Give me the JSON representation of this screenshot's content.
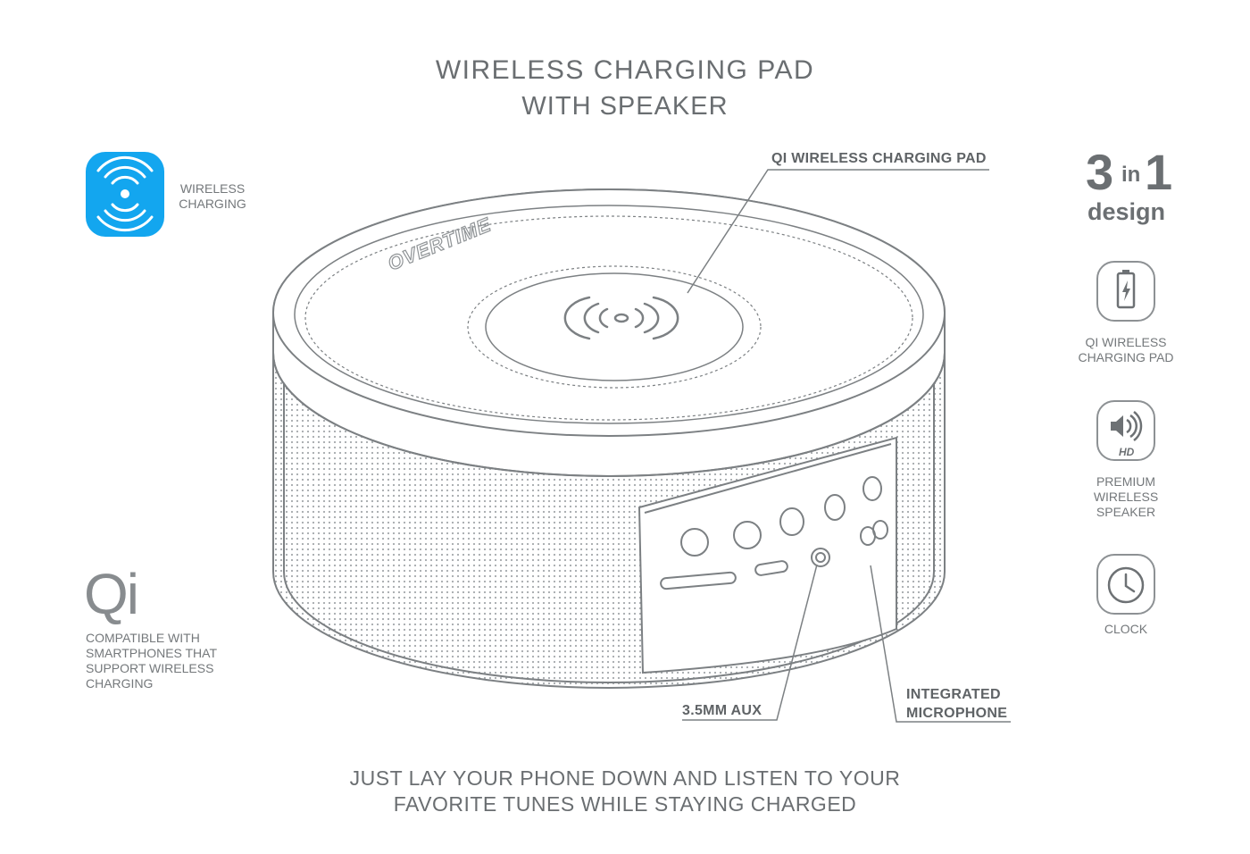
{
  "header": {
    "title_line1": "WIRELESS CHARGING PAD",
    "title_line2": "WITH SPEAKER"
  },
  "left_badges": {
    "wireless_charging": {
      "label_line1": "WIRELESS",
      "label_line2": "CHARGING",
      "color": "#13a6ef",
      "icon": "wireless-signal-icon"
    },
    "qi": {
      "logo_text": "Qi",
      "lines": [
        "COMPATIBLE WITH",
        "SMARTPHONES THAT",
        "SUPPORT WIRELESS",
        "CHARGING"
      ]
    }
  },
  "right_features": {
    "badge": {
      "big": "3",
      "in": "in",
      "one": "1",
      "word": "design"
    },
    "items": [
      {
        "icon": "battery-icon",
        "lines": [
          "QI WIRELESS",
          "CHARGING PAD"
        ]
      },
      {
        "icon": "speaker-hd-icon",
        "icon_text": "HD",
        "lines": [
          "PREMIUM",
          "WIRELESS",
          "SPEAKER"
        ]
      },
      {
        "icon": "clock-icon",
        "lines": [
          "CLOCK"
        ]
      }
    ]
  },
  "device": {
    "brand": "OVERTIME",
    "callouts": {
      "qi_pad": "QI WIRELESS CHARGING PAD",
      "aux": "3.5MM AUX",
      "mic_line1": "INTEGRATED",
      "mic_line2": "MICROPHONE"
    }
  },
  "footer": {
    "line1": "JUST LAY YOUR PHONE DOWN AND LISTEN TO YOUR",
    "line2": "FAVORITE TUNES WHILE STAYING CHARGED"
  },
  "colors": {
    "line": "#7c8083",
    "text": "#6a6e71",
    "accent": "#13a6ef"
  }
}
